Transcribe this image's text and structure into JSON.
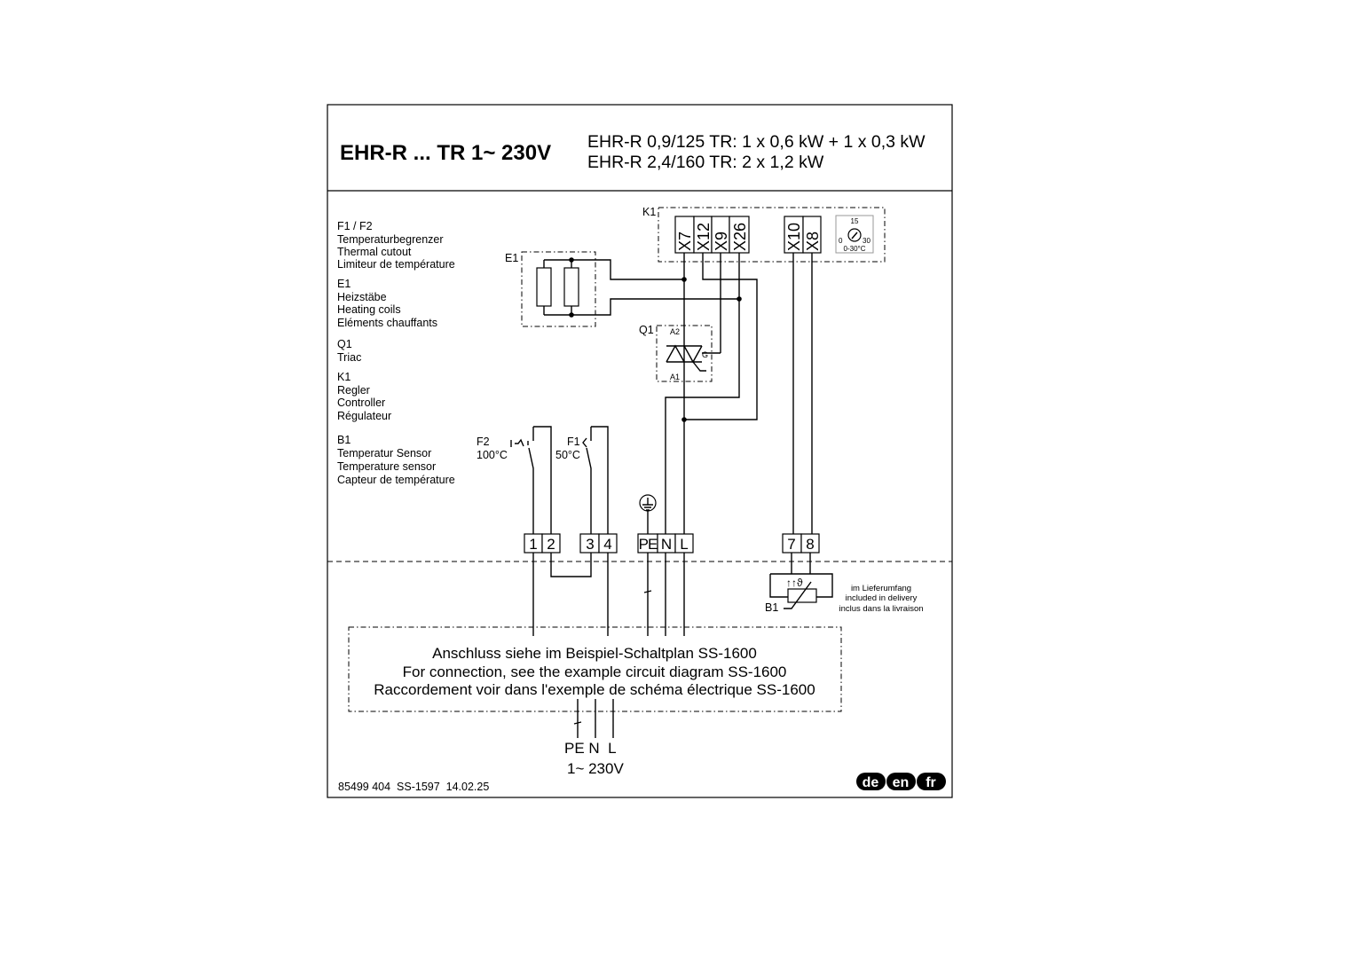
{
  "header": {
    "title": "EHR-R ... TR  1~ 230V",
    "variant_1": "EHR-R 0,9/125 TR: 1 x 0,6 kW + 1 x 0,3 kW",
    "variant_2": "EHR-R 2,4/160 TR: 2 x 1,2 kW"
  },
  "legend": {
    "f": [
      "F1 / F2",
      "Temperaturbegrenzer",
      "Thermal cutout",
      "Limiteur de température"
    ],
    "e": [
      "E1",
      "Heizstäbe",
      "Heating coils",
      "Eléments chauffants"
    ],
    "q": [
      "Q1",
      "Triac"
    ],
    "k": [
      "K1",
      "Regler",
      "Controller",
      "Régulateur"
    ],
    "b": [
      "B1",
      "Temperatur Sensor",
      "Temperature sensor",
      "Capteur de température"
    ]
  },
  "controller": {
    "label": "K1",
    "terminals": [
      "X7",
      "X12",
      "X9",
      "X26",
      "X10",
      "X8"
    ],
    "dial": {
      "top": "15",
      "min": "0",
      "max": "30",
      "range": "0-30°C"
    }
  },
  "heater": {
    "label": "E1"
  },
  "triac": {
    "label": "Q1",
    "a2": "A2",
    "a1": "A1",
    "g": "G"
  },
  "cutouts": {
    "f2": "F2",
    "f2_temp": "100°C",
    "f1": "F1",
    "f1_temp": "50°C"
  },
  "terminal_strip": [
    "1",
    "2",
    "3",
    "4",
    "PE",
    "N",
    "L",
    "7",
    "8"
  ],
  "sensor": {
    "label": "B1",
    "delivery": [
      "im Lieferumfang",
      "included in delivery",
      "inclus dans la livraison"
    ]
  },
  "connection_note": [
    "Anschluss siehe im Beispiel-Schaltplan SS-1600",
    "For connection, see the example circuit diagram SS-1600",
    "Raccordement voir dans l'exemple de schéma électrique SS-1600"
  ],
  "supply": {
    "labels": "PE N  L",
    "voltage": "1~ 230V"
  },
  "footer": {
    "doc_ref": "85499 404  SS-1597  14.02.25"
  },
  "languages": [
    "de",
    "en",
    "fr"
  ]
}
